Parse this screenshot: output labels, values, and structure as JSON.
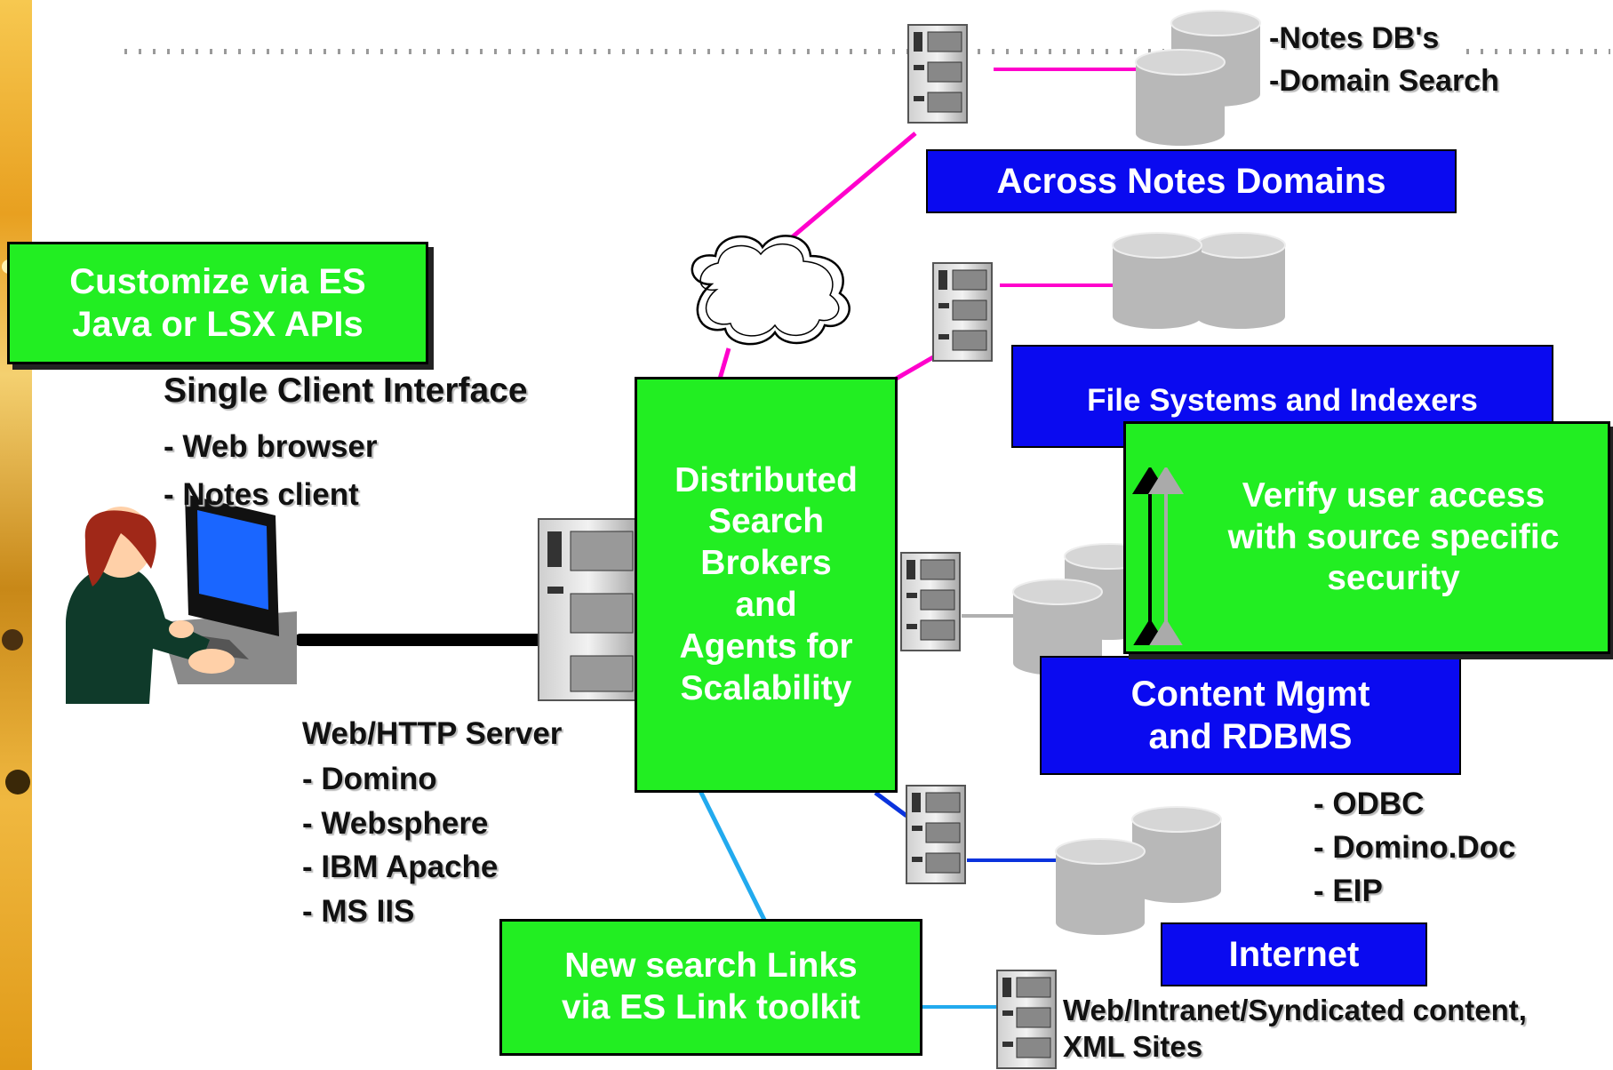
{
  "network_labels": {
    "notes_sources": [
      "-Notes DB's",
      "-Domain Search"
    ],
    "across_notes_domains": "Across Notes Domains",
    "file_systems": "File Systems and Indexers",
    "content_mgmt": [
      "Content Mgmt",
      "and RDBMS"
    ],
    "internet": "Internet",
    "rdbms_sources": [
      "- ODBC",
      "- Domino.Doc",
      "- EIP"
    ],
    "web_content": [
      "Web/Intranet/Syndicated content,",
      "XML Sites"
    ]
  },
  "callouts": {
    "customize": [
      "Customize via ES",
      "Java or LSX APIs"
    ],
    "brokers": [
      "Distributed",
      "Search",
      "Brokers",
      "and",
      "Agents for",
      "Scalability"
    ],
    "verify": [
      "Verify user access",
      "with source specific",
      "security"
    ],
    "new_links": [
      "New search Links",
      "via ES Link toolkit"
    ]
  },
  "client": {
    "title": "Single Client Interface",
    "items": [
      "- Web browser",
      "- Notes client"
    ]
  },
  "server": {
    "title": "Web/HTTP Server",
    "items": [
      "- Domino",
      "- Websphere",
      "- IBM Apache",
      "- MS IIS"
    ]
  },
  "colors": {
    "callout_green": "#22ee22",
    "label_blue": "#0a0af0",
    "notes_link": "#ff00cc",
    "rdbms_link": "#0a33dd",
    "web_link": "#22aaee",
    "file_link": "#b0b0b0"
  }
}
